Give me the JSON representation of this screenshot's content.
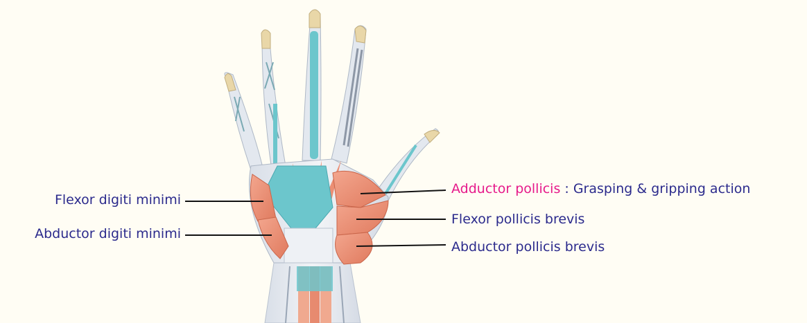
{
  "labels": {
    "flexor_digiti_minimi": "Flexor digiti minimi",
    "abductor_digiti_minimi": "Abductor digiti minimi",
    "adductor_pollicis": "Adductor pollicis",
    "adductor_separator": " : ",
    "adductor_description": "Grasping & gripping action",
    "flexor_pollicis_brevis": "Flexor pollicis brevis",
    "abductor_pollicis_brevis": "Abductor pollicis brevis"
  },
  "colors": {
    "background": "#fffdf4",
    "label_text": "#2b2a8c",
    "highlight_text": "#e6198a",
    "leader_line": "#111111",
    "muscle": "#ec8f74",
    "tendon": "#6cc6cc",
    "bone": "#e9d7a8",
    "sheath": "#dde3ec"
  }
}
